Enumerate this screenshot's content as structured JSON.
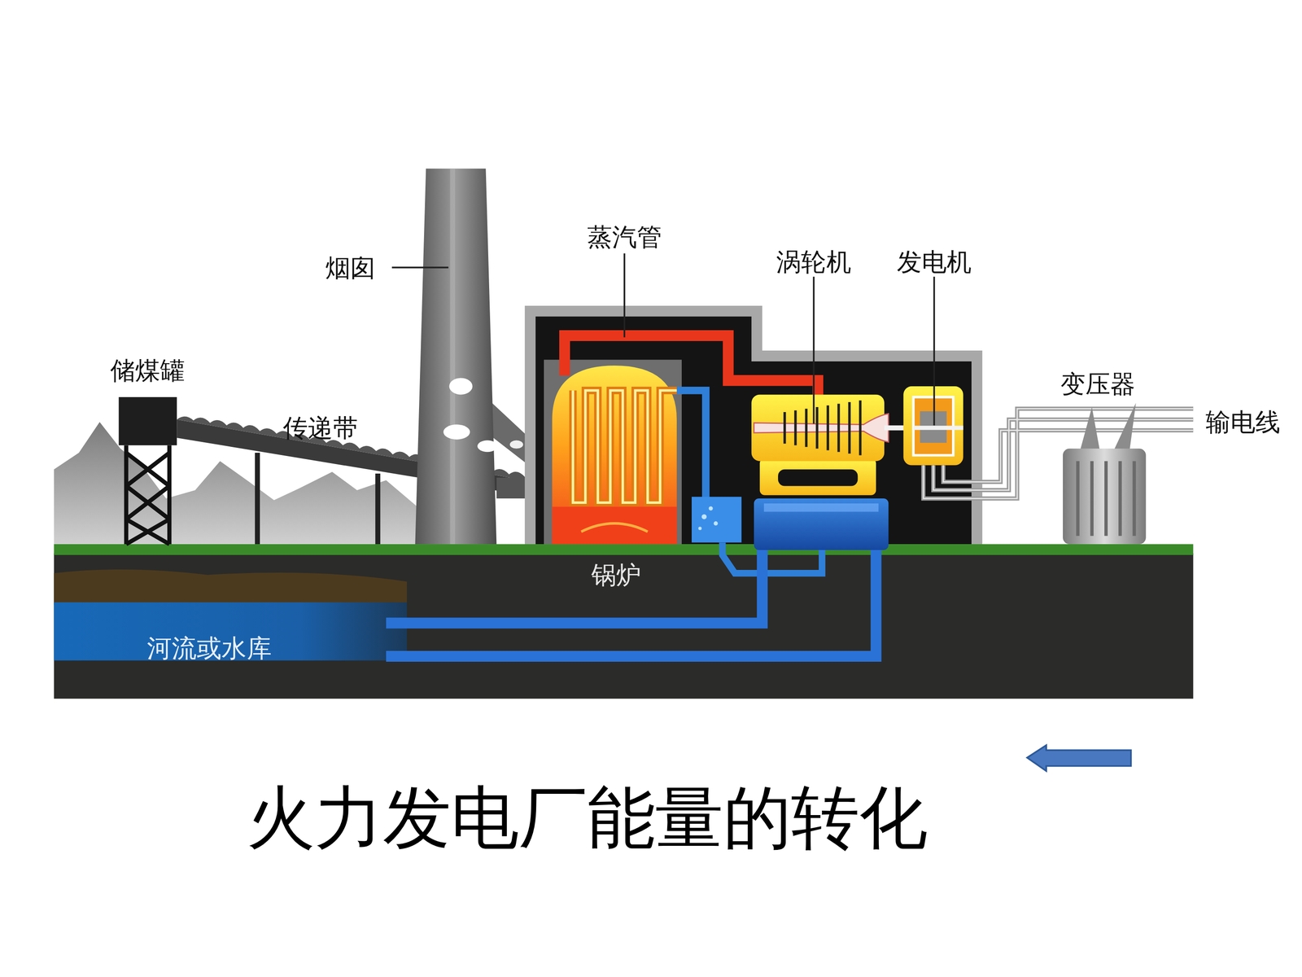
{
  "diagram": {
    "title": "火力发电厂能量的转化",
    "labels": [
      "烟囱",
      "蒸汽管",
      "涡轮机",
      "发电机",
      "储煤罐",
      "传递带",
      "变压器",
      "输电线",
      "锅炉",
      "河流或水库"
    ]
  }
}
